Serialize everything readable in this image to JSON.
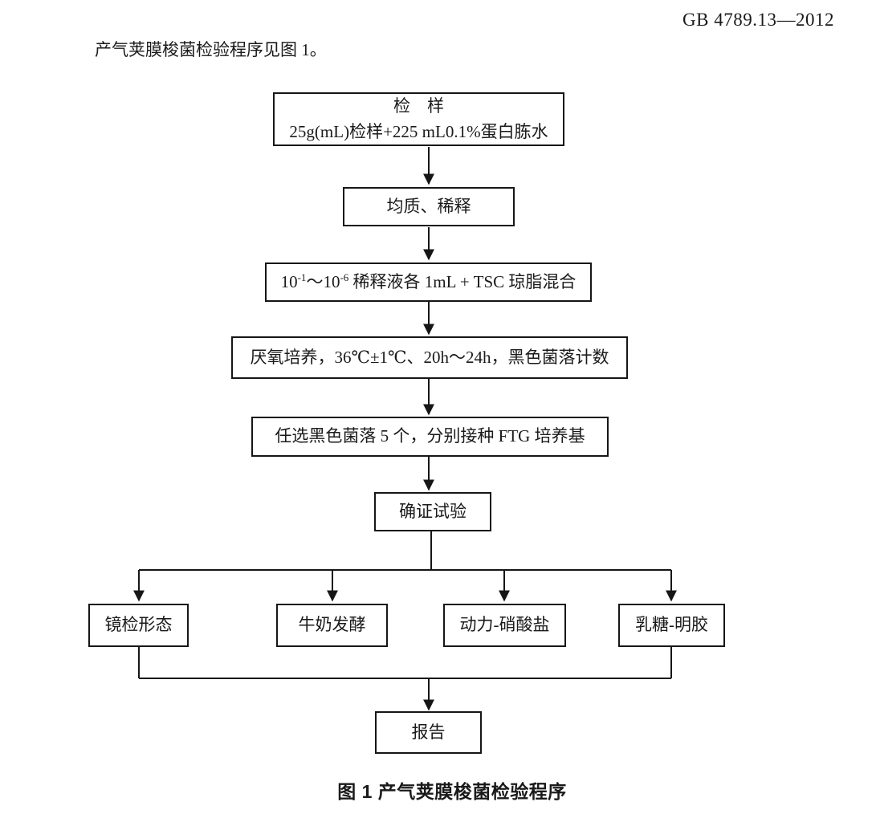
{
  "page": {
    "standard_number": "GB 4789.13—2012",
    "intro": "产气荚膜梭菌检验程序见图 1。",
    "figure_caption": "图 1 产气荚膜梭菌检验程序"
  },
  "flowchart": {
    "sample": {
      "title": "检　样",
      "detail": "25g(mL)检样+225 mL0.1%蛋白胨水"
    },
    "homogenize": {
      "label": "均质、稀释"
    },
    "dilution": {
      "base1": "10",
      "exp1": "-1",
      "tilde": "～",
      "base2": "10",
      "exp2": "-6",
      "rest": " 稀释液各 1mL + TSC 琼脂混合"
    },
    "anaerobic": {
      "label": "厌氧培养，36℃±1℃、20h～24h，黑色菌落计数"
    },
    "pick_colonies": {
      "label": "任选黑色菌落 5 个，分别接种 FTG 培养基"
    },
    "confirm": {
      "label": "确证试验"
    },
    "branches": [
      {
        "label": "镜检形态"
      },
      {
        "label": "牛奶发酵"
      },
      {
        "label": "动力-硝酸盐"
      },
      {
        "label": "乳糖-明胶"
      }
    ],
    "report": {
      "label": "报告"
    }
  }
}
